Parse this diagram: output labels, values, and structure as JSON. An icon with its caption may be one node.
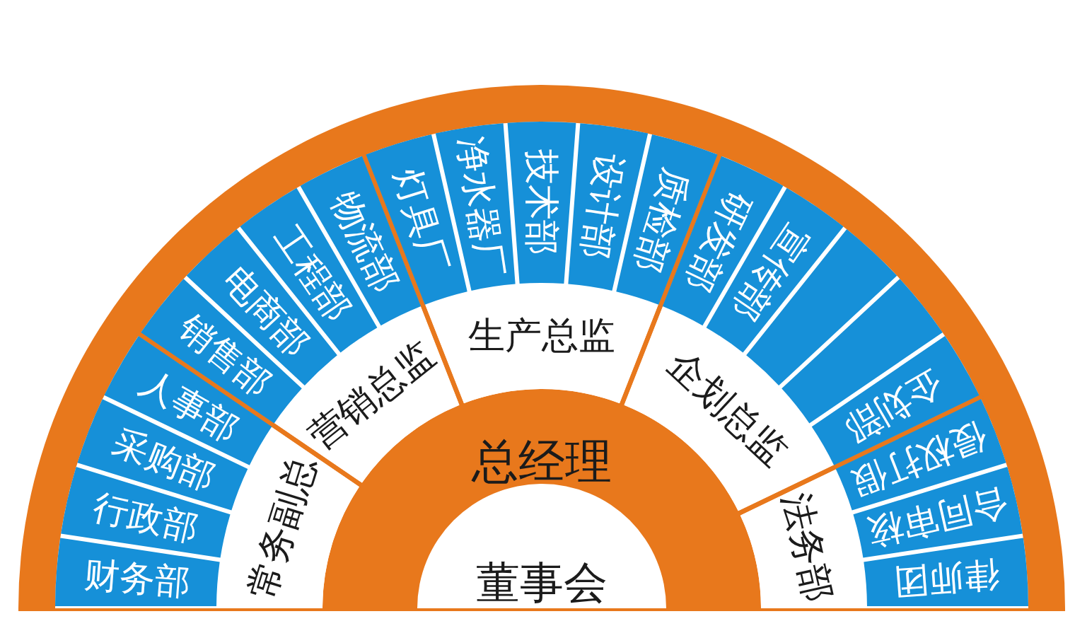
{
  "diagram": {
    "nodes": [
      {
        "text": [
          "董事会"
        ]
      },
      {
        "text": [
          "总经理"
        ]
      },
      {
        "text": [
          "常务副总"
        ]
      },
      {
        "text": [
          "营销总监"
        ]
      },
      {
        "text": [
          "生产总监"
        ]
      },
      {
        "text": [
          "企划总监"
        ]
      },
      {
        "text": [
          "法务部"
        ]
      },
      {
        "text": [
          "财务部"
        ]
      },
      {
        "text": [
          "行政部"
        ]
      },
      {
        "text": [
          "采购部"
        ]
      },
      {
        "text": [
          "人事部"
        ]
      },
      {
        "text": [
          "销售部"
        ]
      },
      {
        "text": [
          "电商部"
        ]
      },
      {
        "text": [
          "工程部"
        ]
      },
      {
        "text": [
          "物流部"
        ]
      },
      {
        "text": [
          "灯具厂"
        ]
      },
      {
        "text": [
          "净水器厂"
        ]
      },
      {
        "text": [
          "技术部"
        ]
      },
      {
        "text": [
          "设计部"
        ]
      },
      {
        "text": [
          "质检部"
        ]
      },
      {
        "text": [
          "研发部"
        ]
      },
      {
        "text": [
          "宣传部"
        ]
      },
      {
        "text": [],
        "shape": "box"
      },
      {
        "text": [],
        "shape": "box"
      },
      {
        "text": [
          "企划部"
        ]
      },
      {
        "text": [
          "侵权打假"
        ]
      },
      {
        "text": [
          "合同审核"
        ]
      },
      {
        "text": [
          "律师团"
        ]
      }
    ]
  }
}
